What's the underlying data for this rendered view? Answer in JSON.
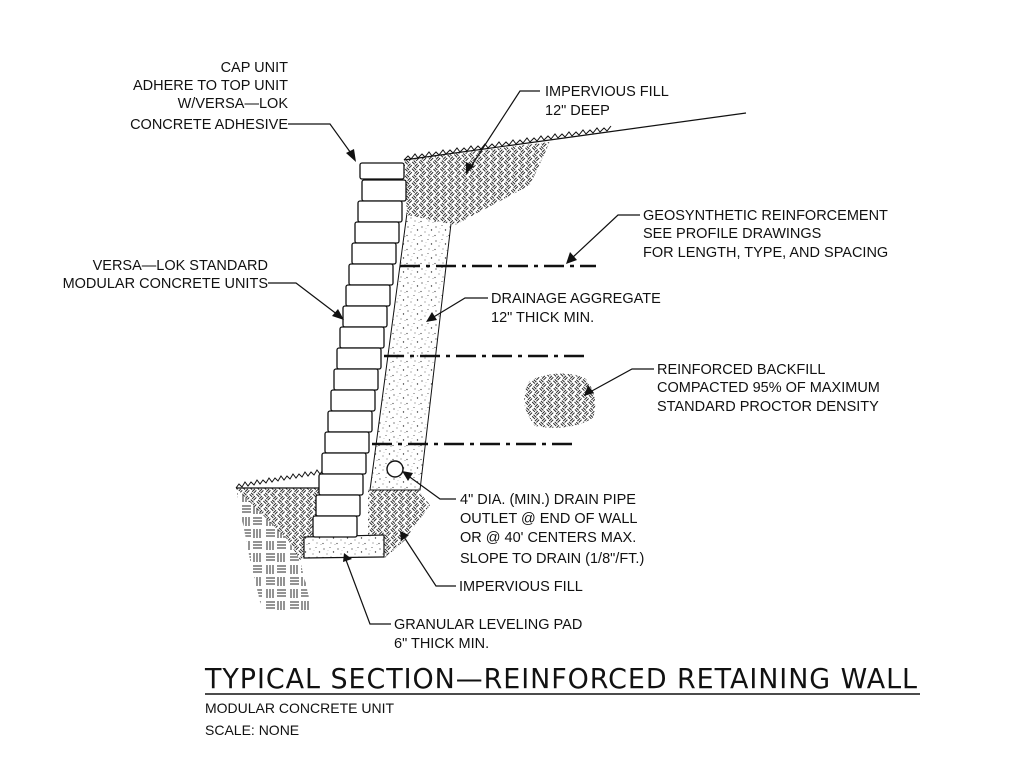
{
  "drawing": {
    "title": "TYPICAL SECTION—REINFORCED RETAINING WALL",
    "subtitle": "MODULAR CONCRETE UNIT",
    "scale": "SCALE: NONE"
  },
  "callouts": {
    "cap_unit": [
      "CAP UNIT",
      "ADHERE TO TOP UNIT",
      "W/VERSA—LOK",
      "CONCRETE ADHESIVE"
    ],
    "impervious_fill_top": [
      "IMPERVIOUS FILL",
      "12\" DEEP"
    ],
    "geosynthetic": [
      "GEOSYNTHETIC REINFORCEMENT",
      "SEE PROFILE DRAWINGS",
      "FOR LENGTH, TYPE, AND SPACING"
    ],
    "units": [
      "VERSA—LOK STANDARD",
      "MODULAR CONCRETE UNITS"
    ],
    "drainage": [
      "DRAINAGE AGGREGATE",
      "12\" THICK MIN."
    ],
    "backfill": [
      "REINFORCED BACKFILL",
      "COMPACTED 95% OF MAXIMUM",
      "STANDARD PROCTOR DENSITY"
    ],
    "drain_pipe": [
      "4\" DIA. (MIN.) DRAIN PIPE",
      "OUTLET @ END OF WALL",
      "OR @ 40' CENTERS MAX.",
      "SLOPE TO DRAIN (1/8\"/FT.)"
    ],
    "impervious_fill_bottom": [
      "IMPERVIOUS FILL"
    ],
    "leveling_pad": [
      "GRANULAR LEVELING PAD",
      "6\" THICK MIN."
    ]
  }
}
